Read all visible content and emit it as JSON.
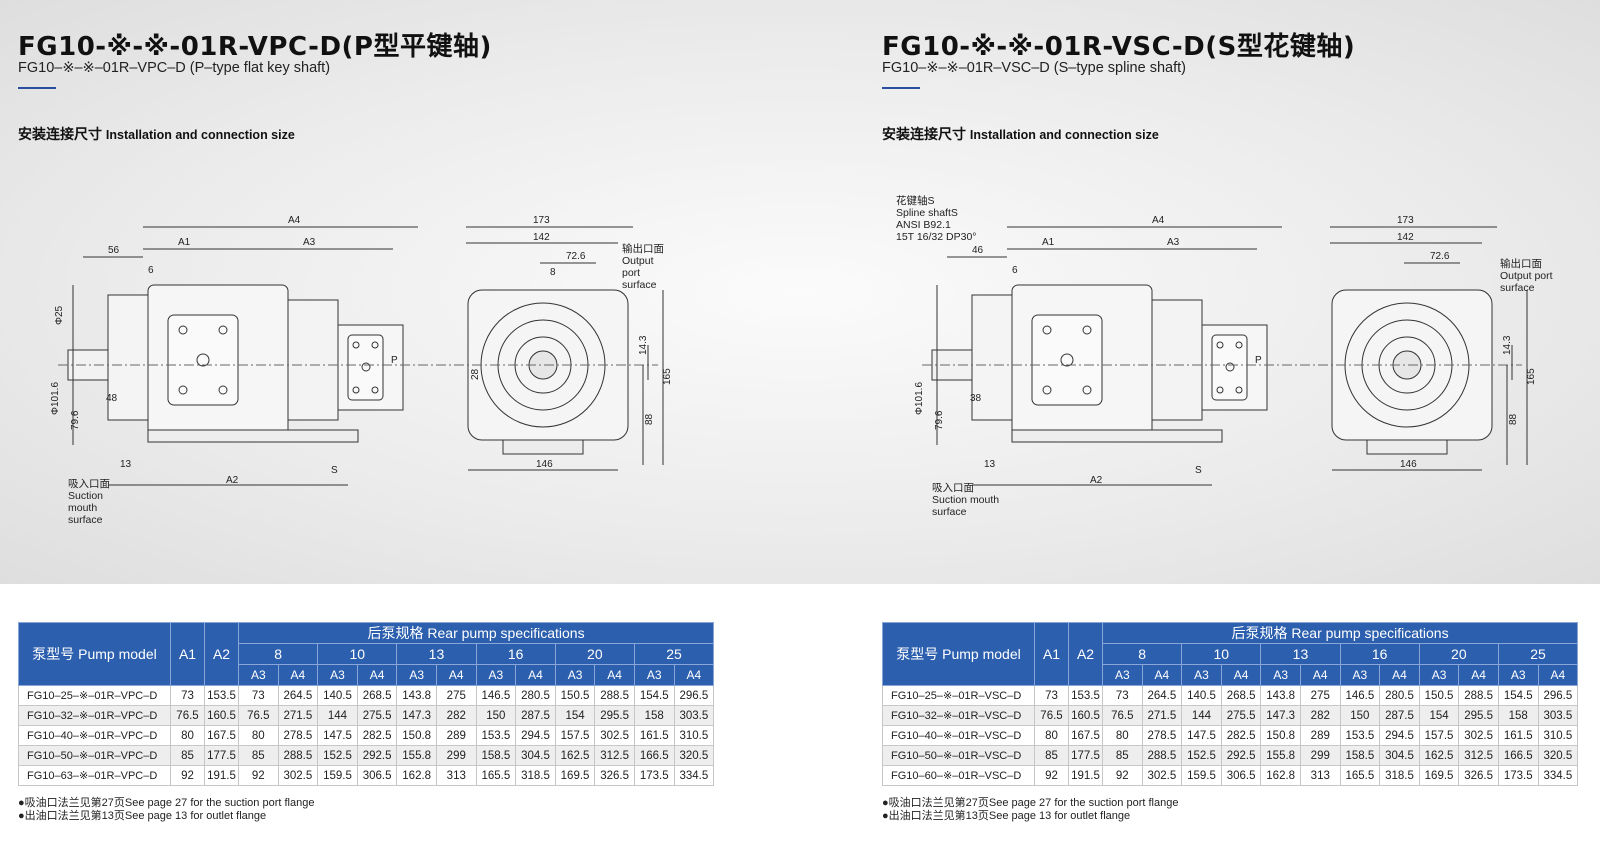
{
  "panels": [
    {
      "title": "FG10-※-※-01R-VPC-D(P型平键轴)",
      "subtitle": "FG10–※–※–01R–VPC–D (P–type flat key shaft)",
      "section_cn": "安装连接尺寸",
      "section_en": "Installation and connection size",
      "dims": {
        "a4": "A4",
        "a1": "A1",
        "a3": "A3",
        "a2": "A2",
        "d56": "56",
        "d6": "6",
        "phi25": "Φ25",
        "phi101": "Φ101.6",
        "d796": "79.6",
        "d48": "48",
        "d13": "13",
        "s": "S",
        "d173": "173",
        "d142": "142",
        "d726": "72.6",
        "d8": "8",
        "d28": "28",
        "d143": "14.3",
        "d165": "165",
        "d88": "88",
        "d146": "146",
        "p": "P"
      },
      "callout_out": [
        "输出口面",
        "Output",
        "port",
        "surface"
      ],
      "callout_in": [
        "吸入口面",
        "Suction",
        "mouth",
        "surface"
      ],
      "shaft_note": []
    },
    {
      "title": "FG10-※-※-01R-VSC-D(S型花键轴)",
      "subtitle": "FG10–※–※–01R–VSC–D (S–type spline shaft)",
      "section_cn": "安装连接尺寸",
      "section_en": "Installation and connection size",
      "dims": {
        "a4": "A4",
        "a1": "A1",
        "a3": "A3",
        "a2": "A2",
        "d56": "46",
        "d6": "6",
        "phi25": "",
        "phi101": "Φ101.6",
        "d796": "79.6",
        "d48": "38",
        "d13": "13",
        "s": "S",
        "d173": "173",
        "d142": "142",
        "d726": "72.6",
        "d8": "",
        "d28": "",
        "d143": "14.3",
        "d165": "165",
        "d88": "88",
        "d146": "146",
        "p": "P"
      },
      "callout_out": [
        "输出口面",
        "Output port",
        "surface"
      ],
      "callout_in": [
        "吸入口面",
        "Suction mouth",
        "surface"
      ],
      "shaft_note": [
        "花键轴S",
        "Spline shaftS",
        "ANSI B92.1",
        "15T 16/32 DP30°"
      ]
    }
  ],
  "table_header": {
    "model": "泵型号 Pump model",
    "a1": "A1",
    "a2": "A2",
    "rear": "后泵规格 Rear pump specifications",
    "sizes": [
      "8",
      "10",
      "13",
      "16",
      "20",
      "25"
    ],
    "a3": "A3",
    "a4": "A4"
  },
  "tables": [
    {
      "rows": [
        [
          "FG10–25–※–01R–VPC–D",
          "73",
          "153.5",
          "73",
          "264.5",
          "140.5",
          "268.5",
          "143.8",
          "275",
          "146.5",
          "280.5",
          "150.5",
          "288.5",
          "154.5",
          "296.5"
        ],
        [
          "FG10–32–※–01R–VPC–D",
          "76.5",
          "160.5",
          "76.5",
          "271.5",
          "144",
          "275.5",
          "147.3",
          "282",
          "150",
          "287.5",
          "154",
          "295.5",
          "158",
          "303.5"
        ],
        [
          "FG10–40–※–01R–VPC–D",
          "80",
          "167.5",
          "80",
          "278.5",
          "147.5",
          "282.5",
          "150.8",
          "289",
          "153.5",
          "294.5",
          "157.5",
          "302.5",
          "161.5",
          "310.5"
        ],
        [
          "FG10–50–※–01R–VPC–D",
          "85",
          "177.5",
          "85",
          "288.5",
          "152.5",
          "292.5",
          "155.8",
          "299",
          "158.5",
          "304.5",
          "162.5",
          "312.5",
          "166.5",
          "320.5"
        ],
        [
          "FG10–63–※–01R–VPC–D",
          "92",
          "191.5",
          "92",
          "302.5",
          "159.5",
          "306.5",
          "162.8",
          "313",
          "165.5",
          "318.5",
          "169.5",
          "326.5",
          "173.5",
          "334.5"
        ]
      ]
    },
    {
      "rows": [
        [
          "FG10–25–※–01R–VSC–D",
          "73",
          "153.5",
          "73",
          "264.5",
          "140.5",
          "268.5",
          "143.8",
          "275",
          "146.5",
          "280.5",
          "150.5",
          "288.5",
          "154.5",
          "296.5"
        ],
        [
          "FG10–32–※–01R–VSC–D",
          "76.5",
          "160.5",
          "76.5",
          "271.5",
          "144",
          "275.5",
          "147.3",
          "282",
          "150",
          "287.5",
          "154",
          "295.5",
          "158",
          "303.5"
        ],
        [
          "FG10–40–※–01R–VSC–D",
          "80",
          "167.5",
          "80",
          "278.5",
          "147.5",
          "282.5",
          "150.8",
          "289",
          "153.5",
          "294.5",
          "157.5",
          "302.5",
          "161.5",
          "310.5"
        ],
        [
          "FG10–50–※–01R–VSC–D",
          "85",
          "177.5",
          "85",
          "288.5",
          "152.5",
          "292.5",
          "155.8",
          "299",
          "158.5",
          "304.5",
          "162.5",
          "312.5",
          "166.5",
          "320.5"
        ],
        [
          "FG10–60–※–01R–VSC–D",
          "92",
          "191.5",
          "92",
          "302.5",
          "159.5",
          "306.5",
          "162.8",
          "313",
          "165.5",
          "318.5",
          "169.5",
          "326.5",
          "173.5",
          "334.5"
        ]
      ]
    }
  ],
  "notes": [
    "●吸油口法兰见第27页See page 27 for the suction port flange",
    "●出油口法兰见第13页See page 13 for outlet flange"
  ],
  "colors": {
    "header_blue": "#2c5fae",
    "accent_rule": "#2a4fa0"
  }
}
